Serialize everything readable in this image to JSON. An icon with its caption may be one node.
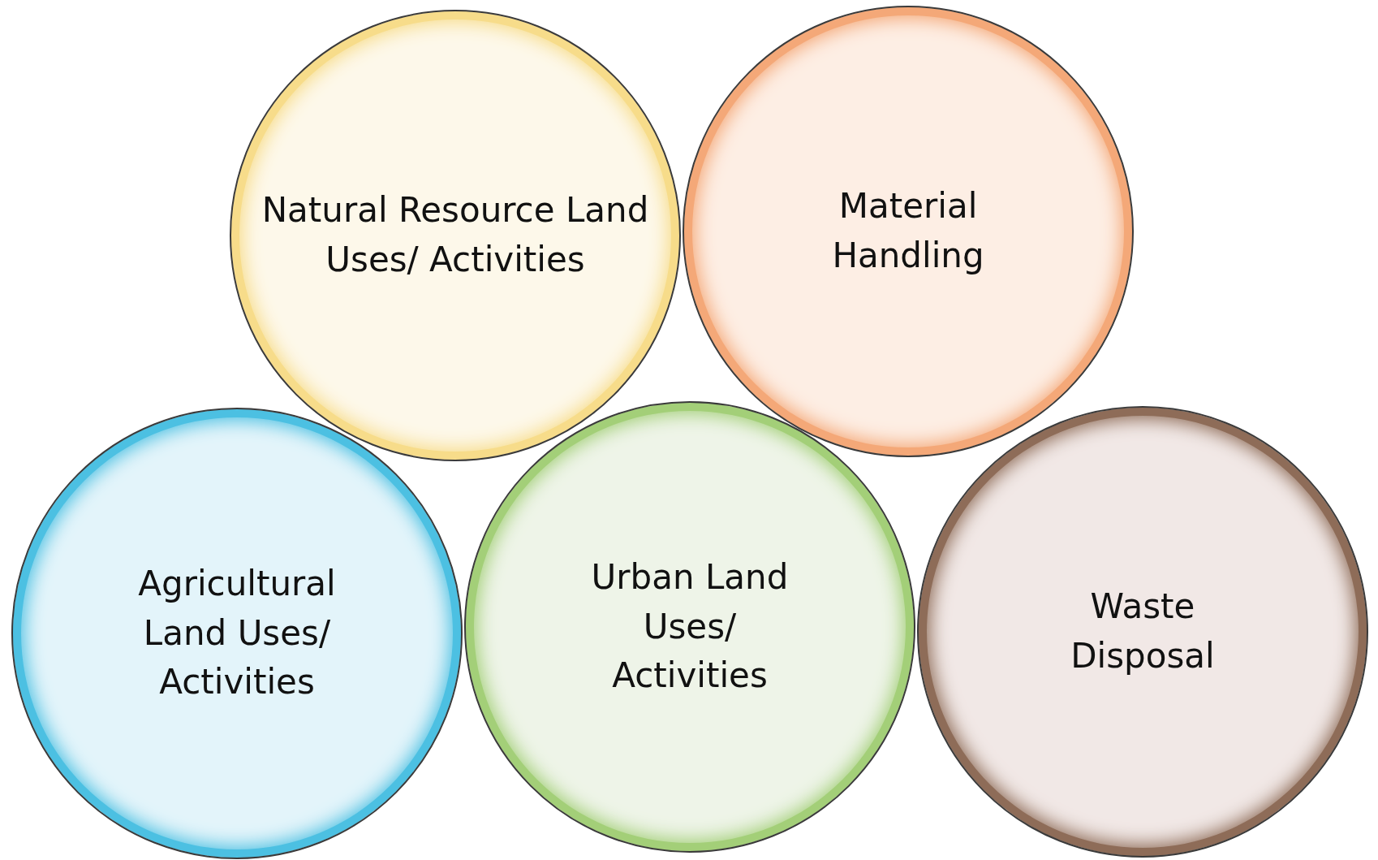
{
  "diagram": {
    "nodes": [
      {
        "text": [
          "Natural Resource Land Uses/ Activities"
        ]
      },
      {
        "text": [
          "Material Handling"
        ]
      },
      {
        "text": [
          "Agricultural Land Uses/ Activities"
        ]
      },
      {
        "text": [
          "Urban Land Uses/ Activities"
        ]
      },
      {
        "text": [
          "Waste Disposal"
        ]
      }
    ]
  }
}
